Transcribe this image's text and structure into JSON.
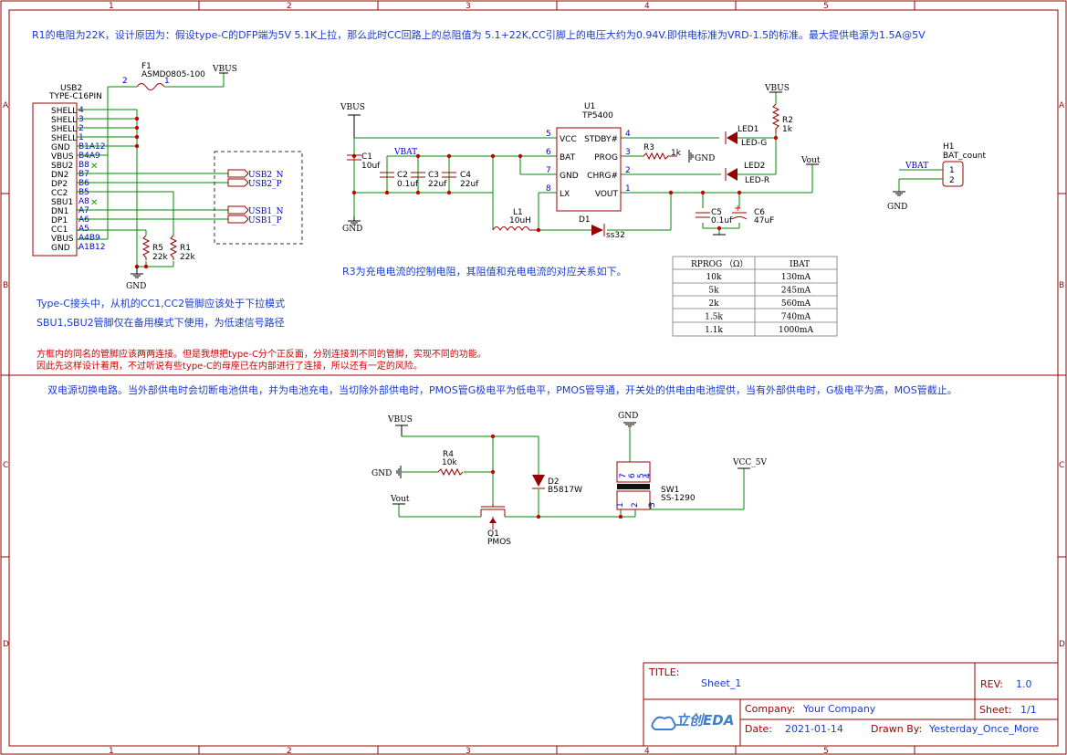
{
  "frame": {
    "columns": [
      "1",
      "2",
      "3",
      "4",
      "5"
    ],
    "rows": [
      "A",
      "B",
      "C",
      "D"
    ]
  },
  "notes": {
    "top": "R1的电阻为22K，设计原因为：假设type-C的DFP端为5V 5.1K上拉，那么此时CC回路上的总阻值为 5.1+22K,CC引脚上的电压大约为0.94V.即供电标准为VRD-1.5的标准。最大提供电源为1.5A@5V",
    "r3": "R3为充电电流的控制电阻，其阻值和充电电流的对应关系如下。",
    "typec1": "Type-C接头中，从机的CC1,CC2管脚应该处于下拉模式",
    "typec2": "SBU1,SBU2管脚仅在备用模式下使用，为低速信号路径",
    "warn1": "方框内的同名的管脚应该两两连接。但是我想把type-C分个正反面，分别连接到不同的管脚，实现不同的功能。",
    "warn2": "因此先这样设计着用，不过听说有些type-C的母座已在内部进行了连接，所以还有一定的风险。",
    "dual": "双电源切换电路。当外部供电时会切断电池供电，并为电池充电，当切除外部供电时，PMOS管G极电平为低电平，PMOS管导通，开关处的供电由电池提供，当有外部供电时，G极电平为高，MOS管截止。"
  },
  "usb": {
    "ref": "USB2",
    "part": "TYPE-C16PIN",
    "pins": [
      {
        "name": "SHELL",
        "num": "4"
      },
      {
        "name": "SHELL",
        "num": "3"
      },
      {
        "name": "SHELL",
        "num": "2"
      },
      {
        "name": "SHELL",
        "num": "1"
      },
      {
        "name": "GND",
        "num": "B1A12"
      },
      {
        "name": "VBUS",
        "num": "B4A9"
      },
      {
        "name": "SBU2",
        "num": "B8"
      },
      {
        "name": "DN2",
        "num": "B7"
      },
      {
        "name": "DP2",
        "num": "B6"
      },
      {
        "name": "CC2",
        "num": "B5"
      },
      {
        "name": "SBU1",
        "num": "A8"
      },
      {
        "name": "DN1",
        "num": "A7"
      },
      {
        "name": "DP1",
        "num": "A6"
      },
      {
        "name": "CC1",
        "num": "A5"
      },
      {
        "name": "VBUS",
        "num": "A4B9"
      },
      {
        "name": "GND",
        "num": "A1B12"
      }
    ],
    "net_labels": [
      "USB2_N",
      "USB2_P",
      "USB1_N",
      "USB1_P"
    ]
  },
  "fuse": {
    "ref": "F1",
    "value": "ASMD0805-100",
    "pin1": "1",
    "pin2": "2"
  },
  "resistors": {
    "r5": {
      "ref": "R5",
      "value": "22k"
    },
    "r1": {
      "ref": "R1",
      "value": "22k"
    },
    "r2": {
      "ref": "R2",
      "value": "1k"
    },
    "r3": {
      "ref": "R3",
      "value": "1k"
    },
    "r4": {
      "ref": "R4",
      "value": "10k"
    }
  },
  "caps": {
    "c1": {
      "ref": "C1",
      "value": "10uf"
    },
    "c2": {
      "ref": "C2",
      "value": "0.1uf"
    },
    "c3": {
      "ref": "C3",
      "value": "22uf"
    },
    "c4": {
      "ref": "C4",
      "value": "22uf"
    },
    "c5": {
      "ref": "C5",
      "value": "0.1uf"
    },
    "c6": {
      "ref": "C6",
      "value": "47uF"
    }
  },
  "ic": {
    "ref": "U1",
    "part": "TP5400",
    "left_pins": [
      {
        "name": "VCC",
        "num": "5"
      },
      {
        "name": "BAT",
        "num": "6"
      },
      {
        "name": "GND",
        "num": "7"
      },
      {
        "name": "LX",
        "num": "8"
      }
    ],
    "right_pins": [
      {
        "name": "STDBY#",
        "num": "4"
      },
      {
        "name": "PROG",
        "num": "3"
      },
      {
        "name": "CHRG#",
        "num": "2"
      },
      {
        "name": "VOUT",
        "num": "1"
      }
    ]
  },
  "inductor": {
    "ref": "L1",
    "value": "10uH"
  },
  "diodes": {
    "d1": {
      "ref": "D1",
      "value": "ss32"
    },
    "d2": {
      "ref": "D2",
      "value": "B5817W"
    }
  },
  "leds": {
    "led1": {
      "ref": "LED1",
      "value": "LED-G"
    },
    "led2": {
      "ref": "LED2",
      "value": "LED-R"
    }
  },
  "header": {
    "ref": "H1",
    "value": "BAT_count",
    "pin1": "1",
    "pin2": "2"
  },
  "mosfet": {
    "ref": "Q1",
    "value": "PMOS"
  },
  "switch": {
    "ref": "SW1",
    "value": "SS-1290",
    "pins": [
      "7",
      "6",
      "5",
      "4",
      "1",
      "2",
      "3"
    ]
  },
  "nets": {
    "vbus": "VBUS",
    "gnd": "GND",
    "vbat": "VBAT",
    "vout": "Vout",
    "vcc5": "VCC_5V"
  },
  "prog_table": {
    "headers": [
      "RPROG （Ω）",
      "IBAT"
    ],
    "rows": [
      [
        "10k",
        "130mA"
      ],
      [
        "5k",
        "245mA"
      ],
      [
        "2k",
        "560mA"
      ],
      [
        "1.5k",
        "740mA"
      ],
      [
        "1.1k",
        "1000mA"
      ]
    ]
  },
  "title_block": {
    "title_label": "TITLE:",
    "title": "Sheet_1",
    "rev_label": "REV:",
    "rev": "1.0",
    "company_label": "Company:",
    "company": "Your Company",
    "sheet_label": "Sheet:",
    "sheet": "1/1",
    "date_label": "Date:",
    "date": "2021-01-14",
    "drawn_label": "Drawn By:",
    "drawn": "Yesterday_Once_More",
    "logo": "立创EDA"
  },
  "colors": {
    "frame": "#990000",
    "wire": "#008800",
    "text_blue": "#0000cc",
    "note_red": "#cc0000"
  }
}
